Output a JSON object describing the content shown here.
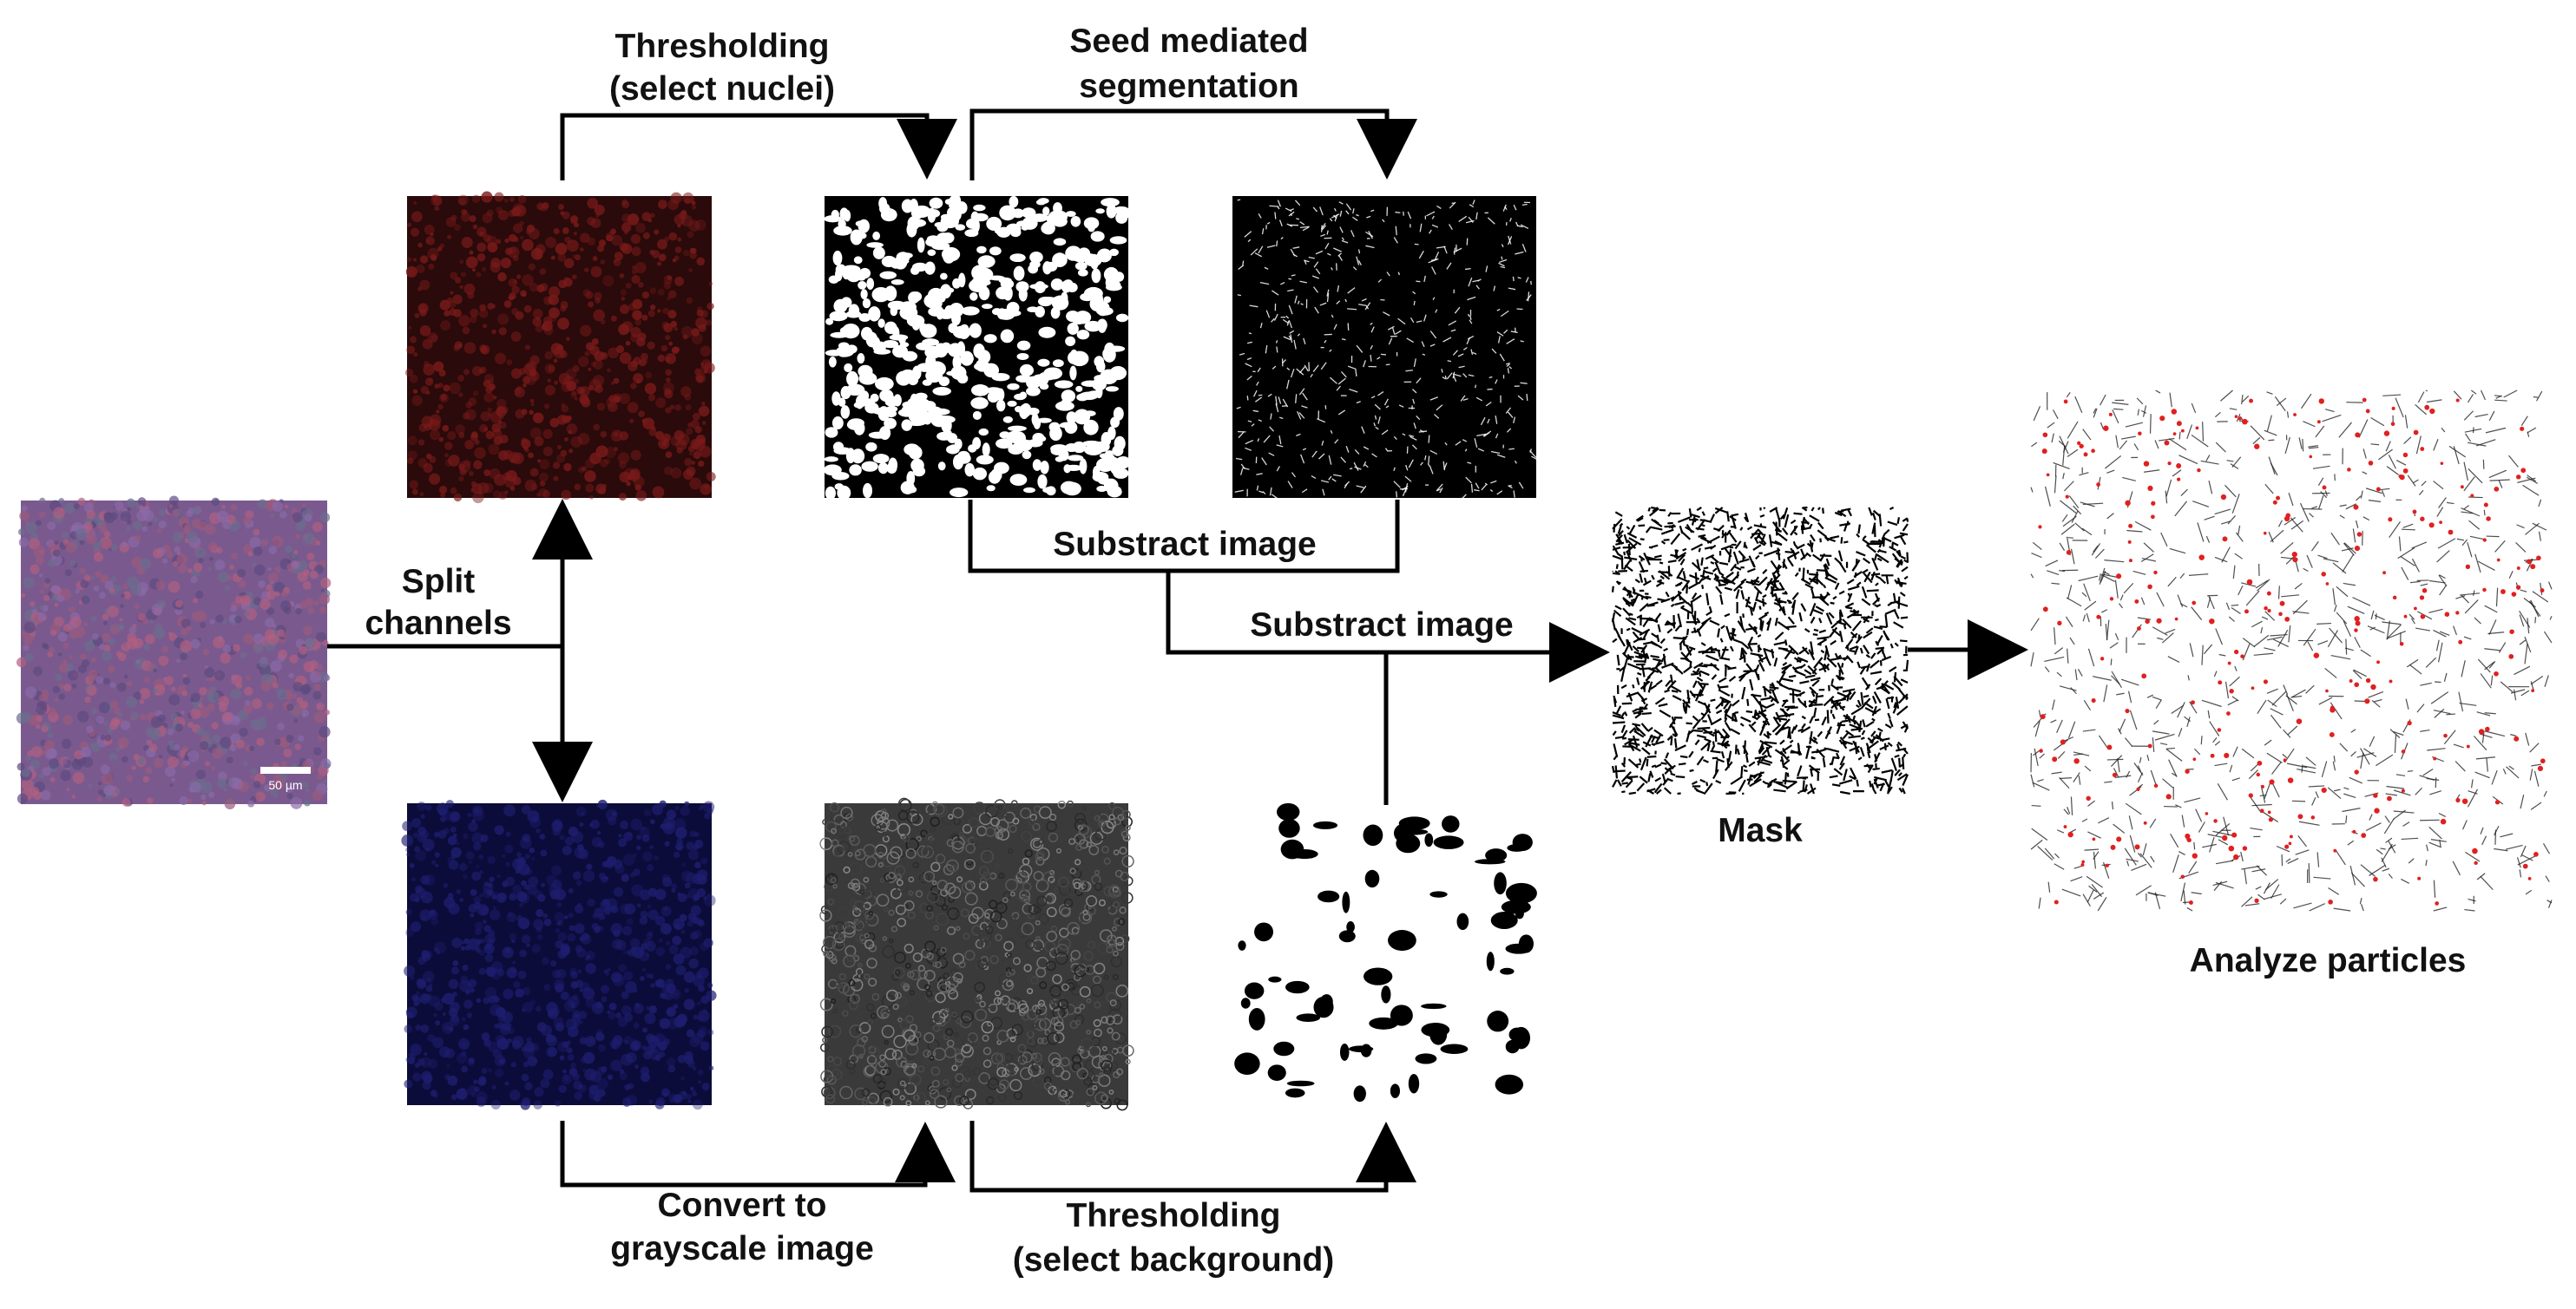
{
  "labels": {
    "split_line1": "Split",
    "split_line2": "channels",
    "thresh_nuclei_line1": "Thresholding",
    "thresh_nuclei_line2": "(select nuclei)",
    "seed_line1": "Seed mediated",
    "seed_line2": "segmentation",
    "subtract_1": "Substract image",
    "subtract_2": "Substract image",
    "mask": "Mask",
    "analyze": "Analyze particles",
    "convert_line1": "Convert to",
    "convert_line2": "grayscale image",
    "thresh_bg_line1": "Thresholding",
    "thresh_bg_line2": "(select background)",
    "scale_bar": "50 µm"
  },
  "colors": {
    "composite": "#7a5a8e",
    "red_channel": "#2a0a0a",
    "red_cells": "#7a1a1a",
    "blue_channel": "#0c0c3a",
    "blue_cells": "#1e1e70",
    "grayscale": "#3a3a3a",
    "binary_black": "#000000",
    "binary_white": "#ffffff",
    "particle_dots": "#e02020"
  }
}
